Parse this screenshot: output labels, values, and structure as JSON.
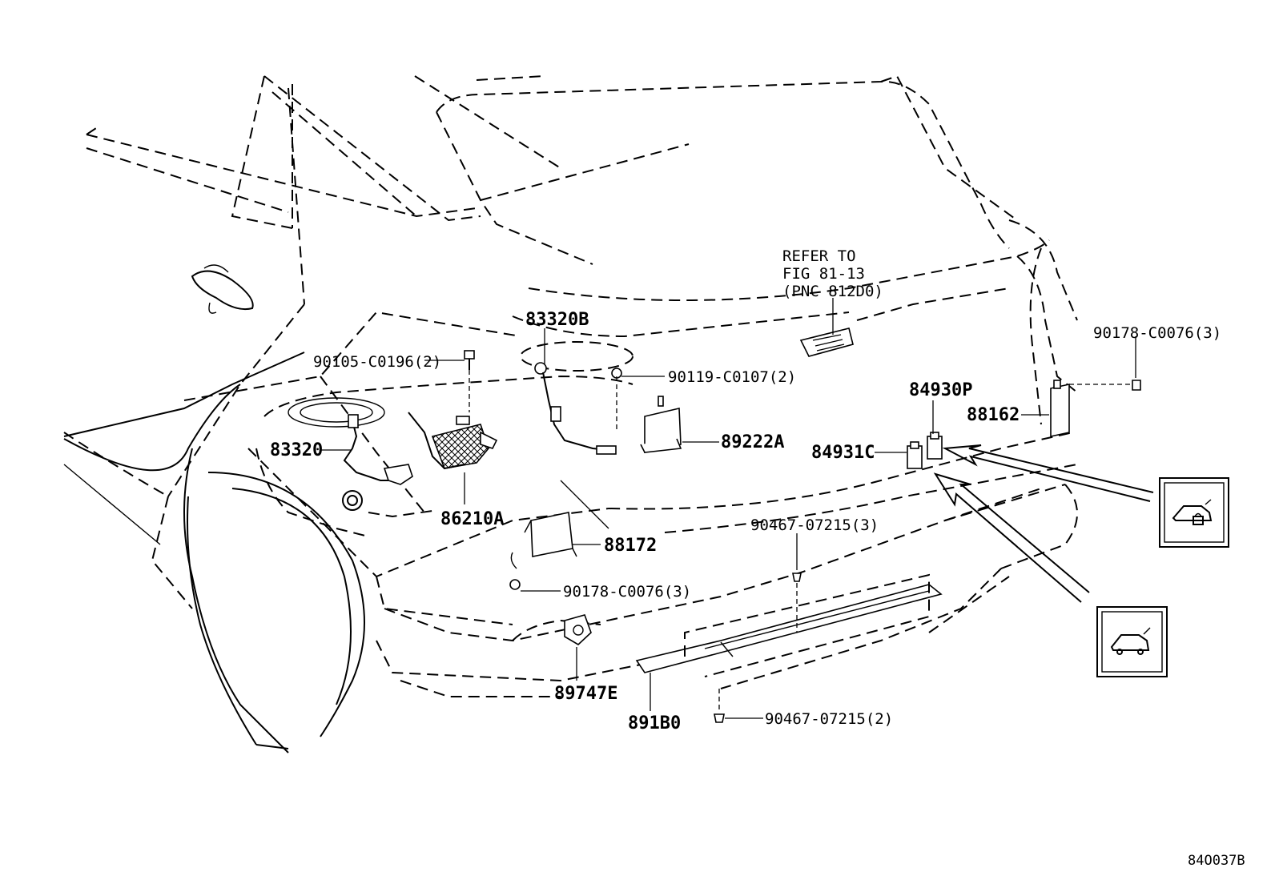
{
  "labels": {
    "refer_line1": "REFER TO",
    "refer_line2": "FIG 81-13",
    "refer_line3": "(PNC 812D0)",
    "p83320B": "83320B",
    "p90105": "90105-C0196(2)",
    "p90119": "90119-C0107(2)",
    "p90178_right": "90178-C0076(3)",
    "p84930P": "84930P",
    "p88162": "88162",
    "p84931C": "84931C",
    "p89222A": "89222A",
    "p83320": "83320",
    "p86210A": "86210A",
    "p88172": "88172",
    "p90467_top": "90467-07215(3)",
    "p90178_left": "90178-C0076(3)",
    "p89747E": "89747E",
    "p891B0": "891B0",
    "p90467_bottom": "90467-07215(2)",
    "figure_code": "84O037B"
  },
  "icons": {
    "upper_box": "vehicle-rear-lock-icon",
    "lower_box": "vehicle-rear-open-icon"
  }
}
